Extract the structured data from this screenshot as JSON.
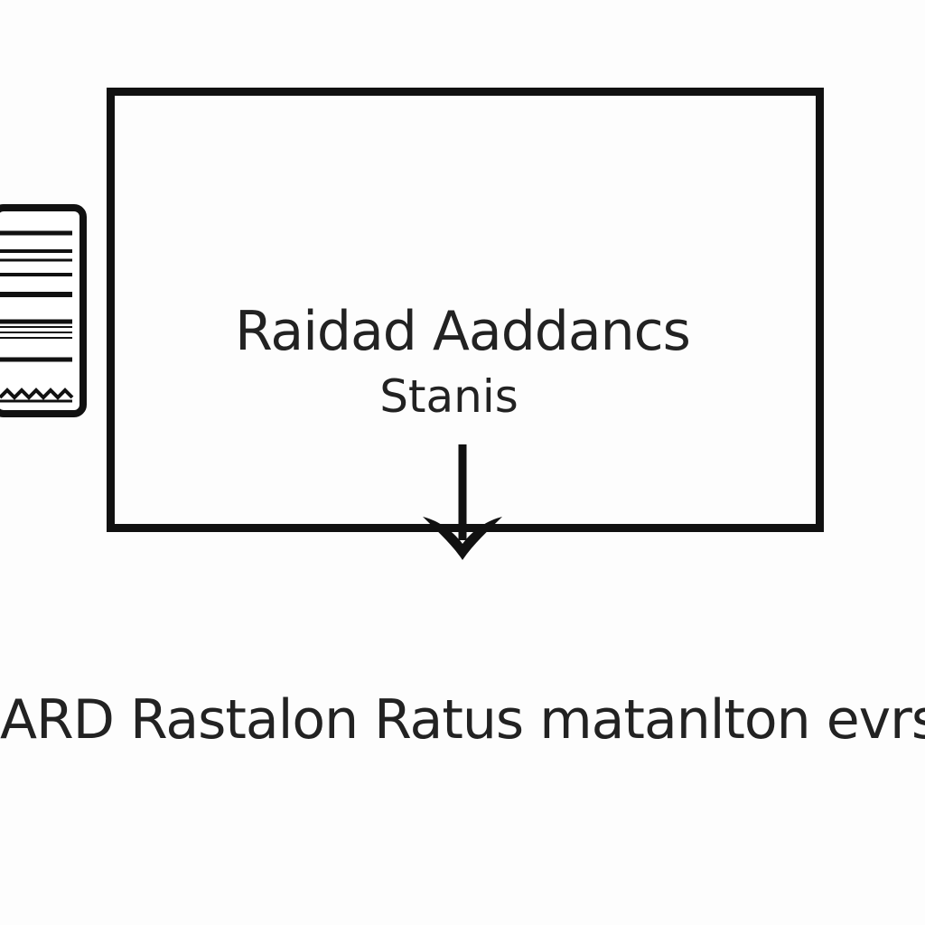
{
  "diagram": {
    "box_title": "Raidad Aaddancs",
    "box_subtitle": "Stanis",
    "caption": "ARD Rastalon Ratus matanlton evrset"
  },
  "icons": {
    "side": "server-rack-icon",
    "arrow": "arrow-down-icon"
  }
}
